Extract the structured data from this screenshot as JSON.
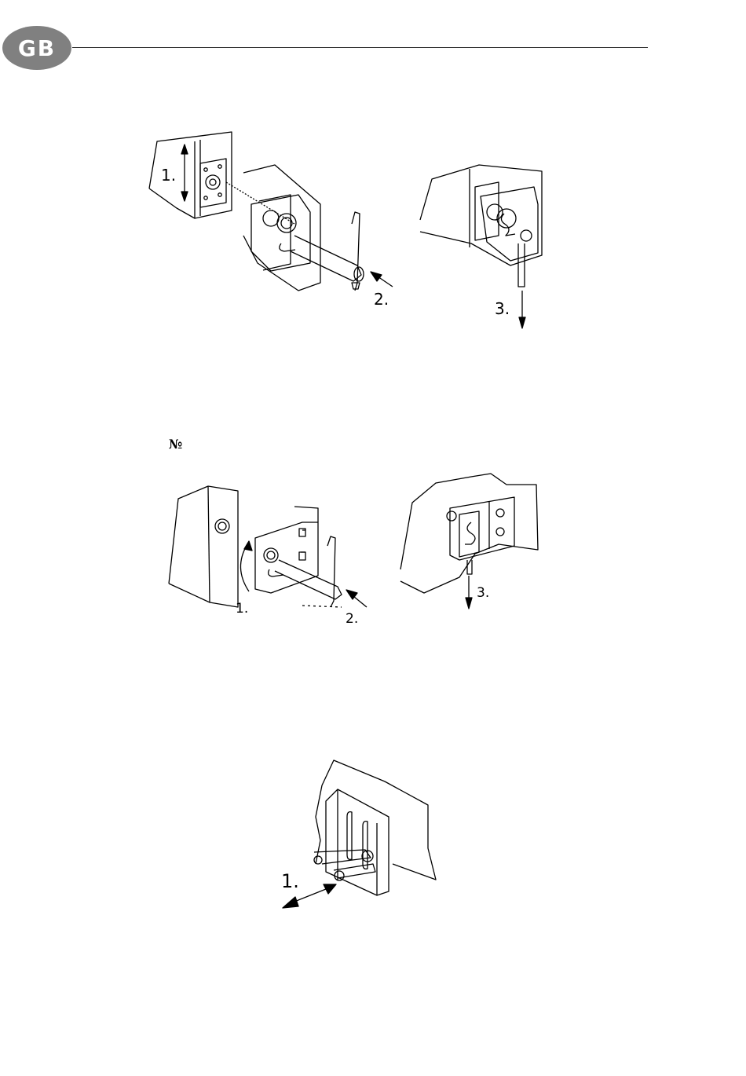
{
  "header": {
    "badge": "GB"
  },
  "figure1": {
    "step1": "1.",
    "step2": "2.",
    "step3": "3."
  },
  "section_mark": "№",
  "figure2": {
    "step1": "1.",
    "step2": "2.",
    "step3": "3."
  },
  "figure3": {
    "step1": "1."
  }
}
